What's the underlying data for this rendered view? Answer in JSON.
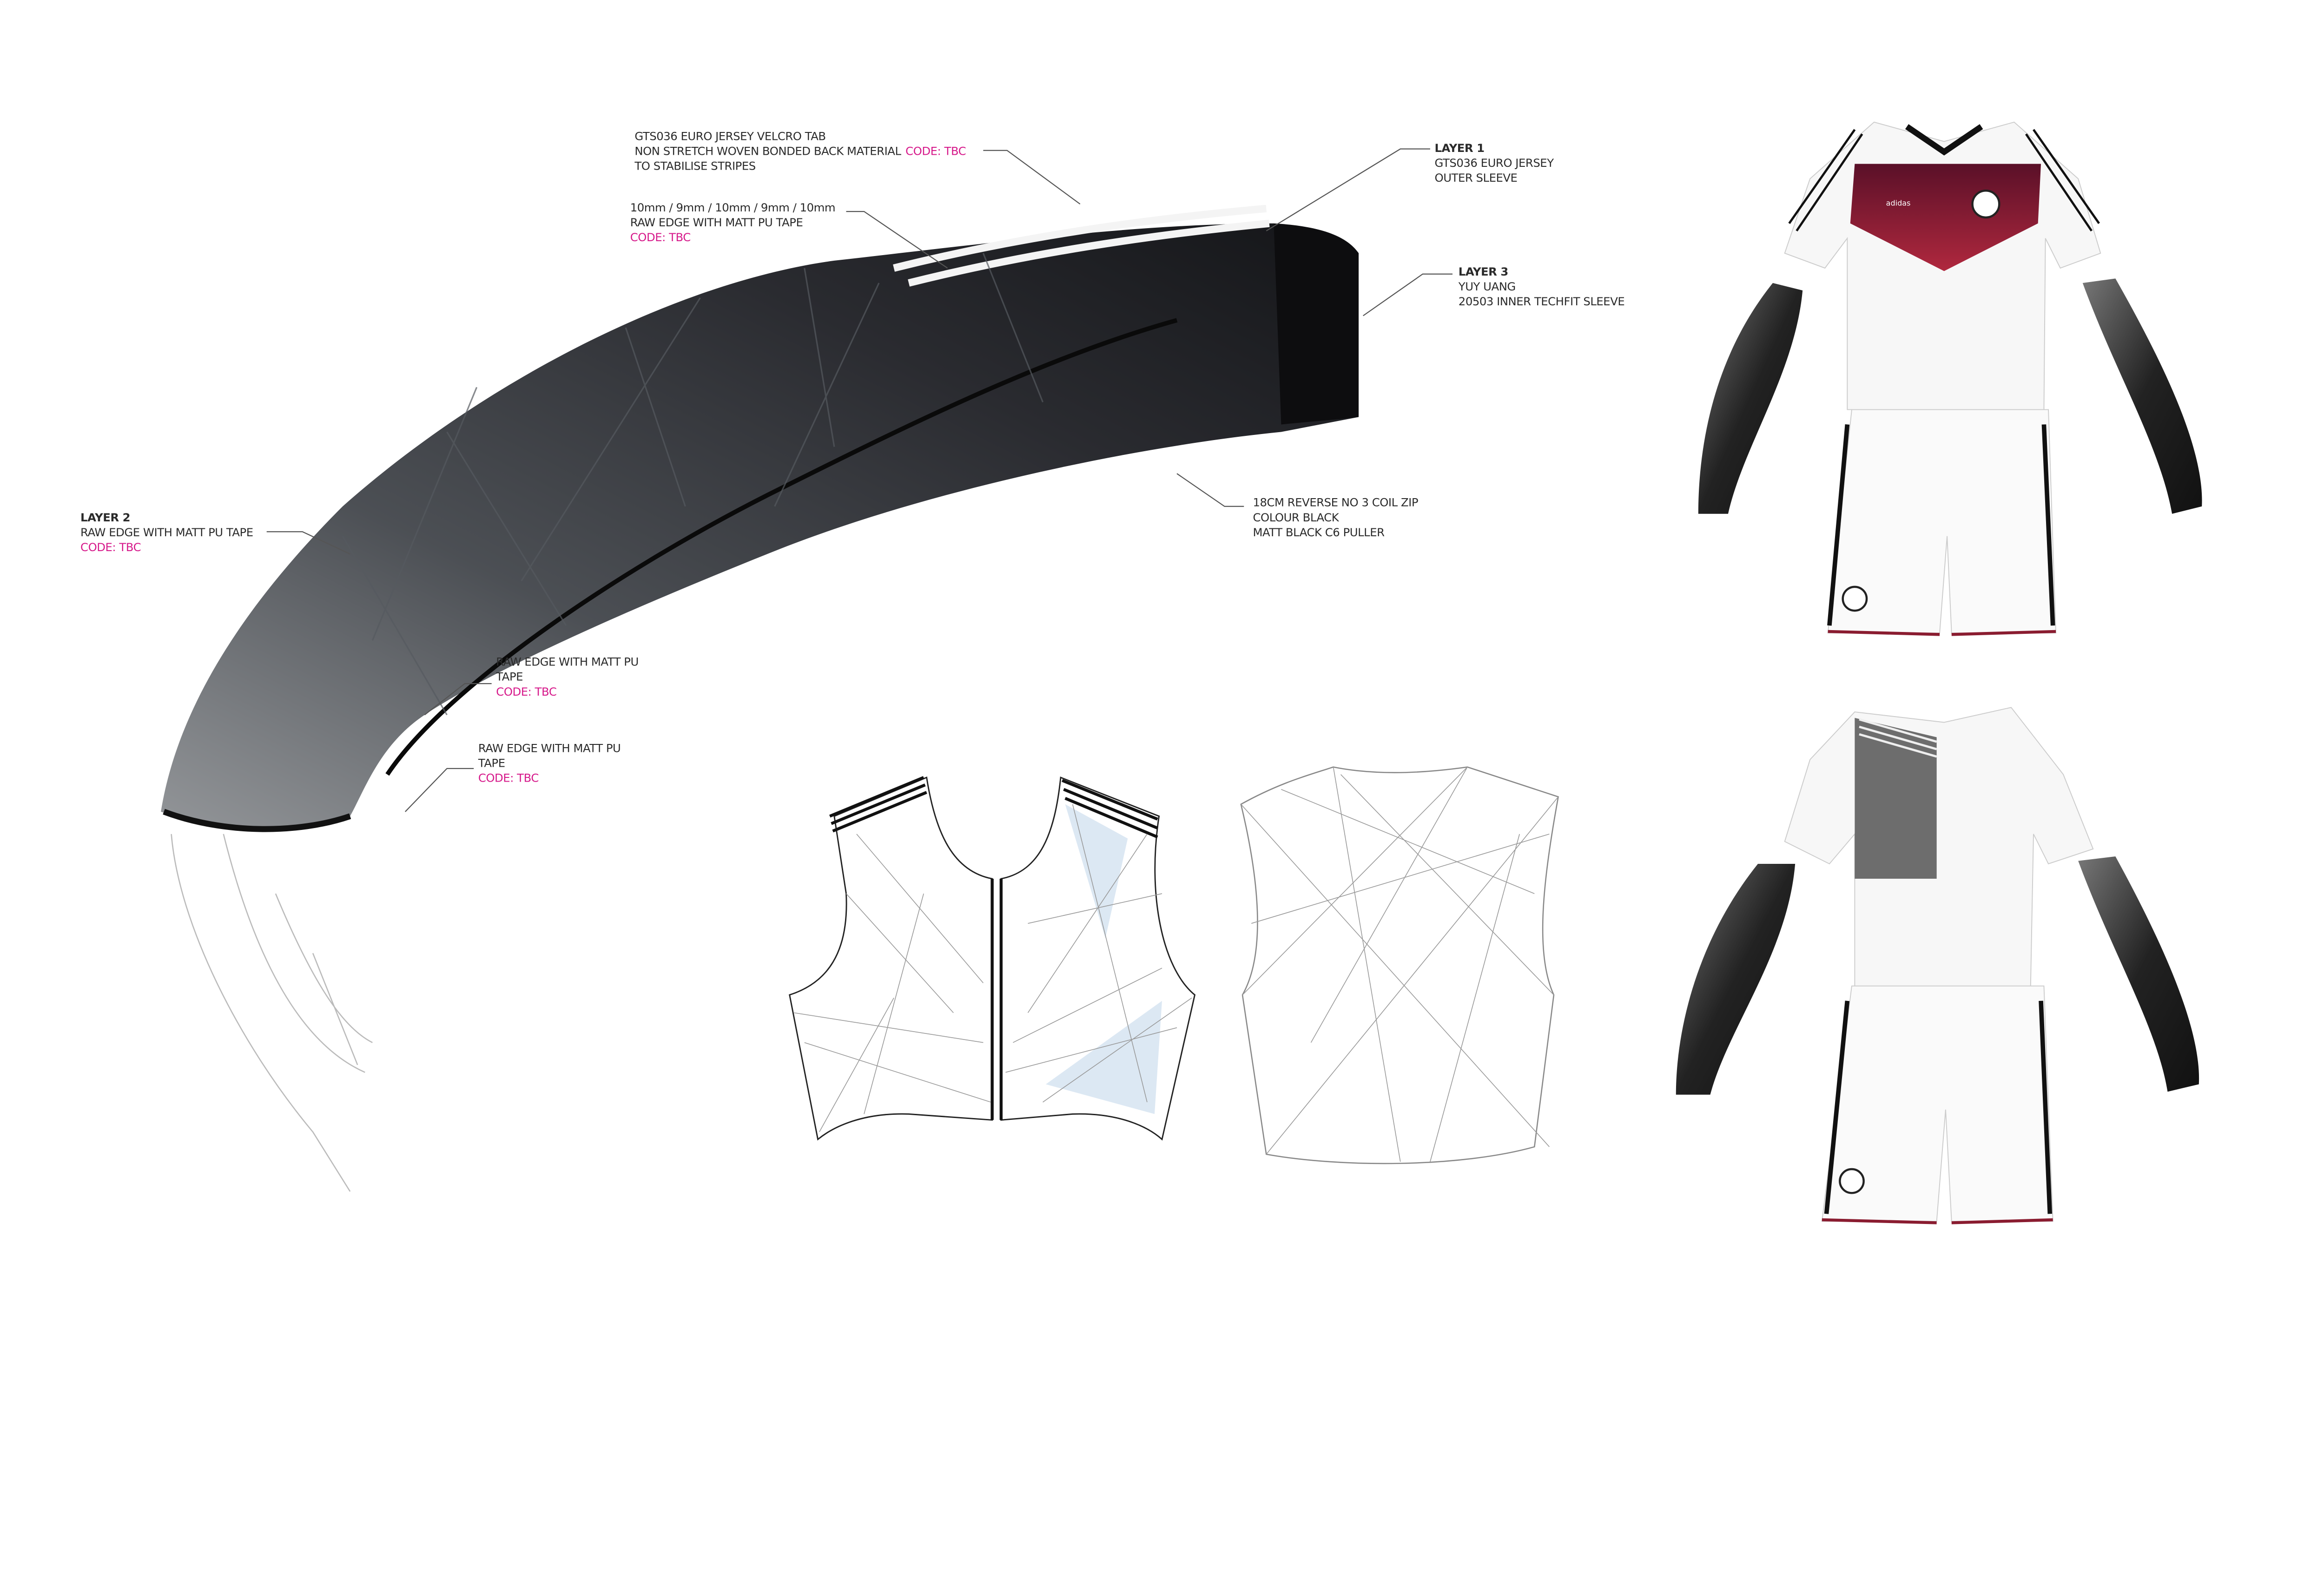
{
  "annotations": {
    "velcro_tab": {
      "line1": "GTS036 EURO JERSEY VELCRO TAB",
      "line2": "NON STRETCH WOVEN BONDED BACK MATERIAL",
      "code": "CODE: TBC",
      "line3": "TO STABILISE STRIPES"
    },
    "stripes": {
      "line1": "10mm / 9mm / 10mm / 9mm / 10mm",
      "line2": "RAW EDGE WITH MATT PU TAPE",
      "code": "CODE: TBC"
    },
    "layer1": {
      "title": "LAYER 1",
      "line1": "GTS036 EURO JERSEY",
      "line2": "OUTER SLEEVE"
    },
    "layer3": {
      "title": "LAYER 3",
      "line1": "YUY UANG",
      "line2": "20503 INNER TECHFIT SLEEVE"
    },
    "zip": {
      "line1": "18CM REVERSE NO 3 COIL ZIP",
      "line2": "COLOUR BLACK",
      "line3": "MATT BLACK C6 PULLER"
    },
    "layer2": {
      "title": "LAYER 2",
      "line1": "RAW EDGE WITH MATT PU TAPE",
      "code": "CODE: TBC"
    },
    "raw_edge_1": {
      "line1": "RAW EDGE WITH MATT PU",
      "line2": "TAPE",
      "code": "CODE: TBC"
    },
    "raw_edge_2": {
      "line1": "RAW EDGE WITH MATT PU",
      "line2": "TAPE",
      "code": "CODE: TBC"
    }
  },
  "kit": {
    "brand_logo": "adidas"
  },
  "colors": {
    "code_accent": "#d6188a",
    "sleeve_dark": "#1e2024",
    "jersey_maroon": "#7a1630",
    "pattern_fill": "#dce8f3"
  }
}
